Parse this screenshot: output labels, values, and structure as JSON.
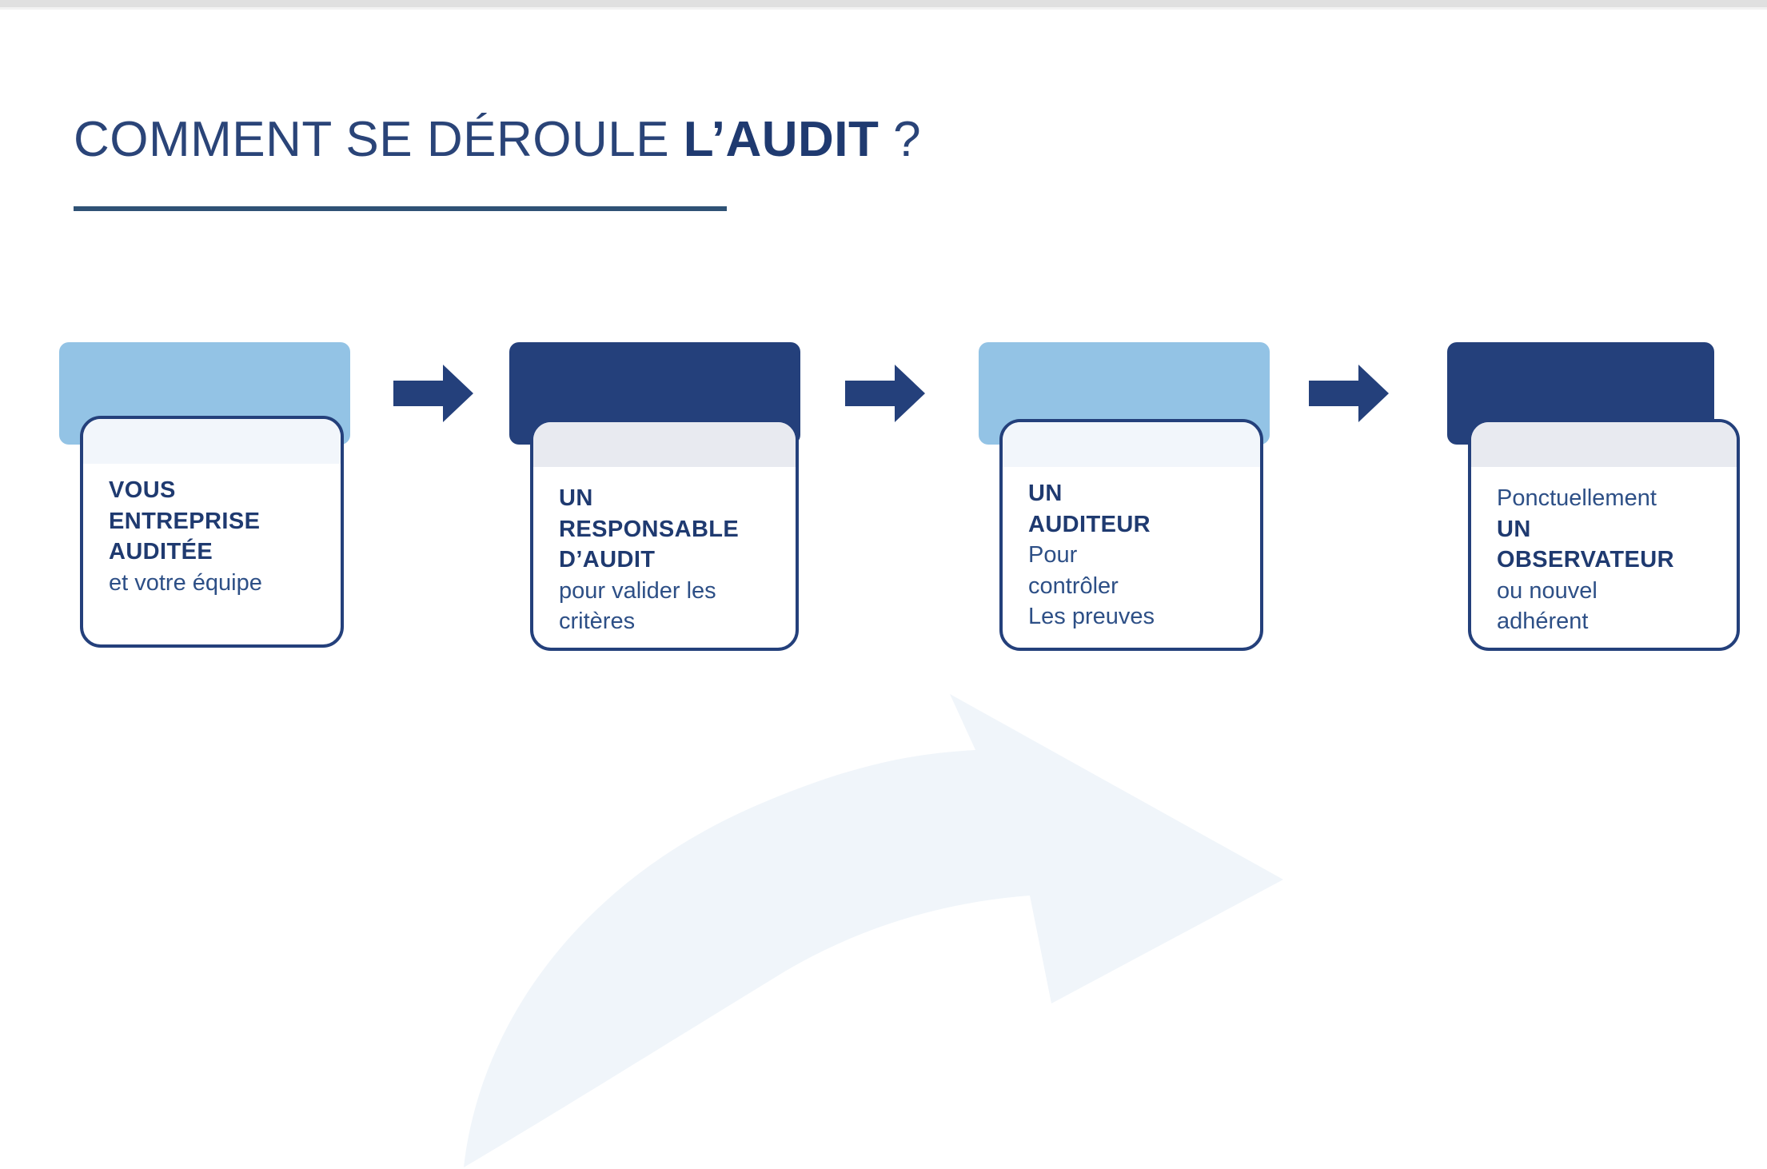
{
  "slide": {
    "title": {
      "prefix": "COMMENT SE DÉROULE ",
      "strong": "L’AUDIT",
      "suffix": " ?"
    }
  },
  "colors": {
    "navy": "#24407b",
    "navy_text": "#1f3a70",
    "body_text": "#2d4f86",
    "light_blue": "#93c3e5",
    "rule": "#2f5275",
    "card_tint_light": "#f2f6fb",
    "card_tint_dark": "#e8eaf0",
    "bg_arrow": "#f0f5fa",
    "page_background": "#ffffff"
  },
  "flow": {
    "steps": [
      {
        "plate_style": "light",
        "lines": [
          {
            "text": "VOUS",
            "bold": true
          },
          {
            "text": "ENTREPRISE",
            "bold": true
          },
          {
            "text": "AUDITÉE",
            "bold": true
          },
          {
            "text": "et votre équipe",
            "bold": false
          }
        ]
      },
      {
        "plate_style": "dark",
        "lines": [
          {
            "text": "UN",
            "bold": true
          },
          {
            "text": "RESPONSABLE",
            "bold": true
          },
          {
            "text": "D’AUDIT",
            "bold": true
          },
          {
            "text": "pour valider les",
            "bold": false
          },
          {
            "text": "critères",
            "bold": false
          }
        ]
      },
      {
        "plate_style": "light",
        "lines": [
          {
            "text": "UN",
            "bold": true
          },
          {
            "text": "AUDITEUR",
            "bold": true
          },
          {
            "text": "Pour",
            "bold": false
          },
          {
            "text": "contrôler",
            "bold": false
          },
          {
            "text": "Les preuves",
            "bold": false
          }
        ]
      },
      {
        "plate_style": "dark",
        "lines": [
          {
            "text": "Ponctuellement",
            "bold": false
          },
          {
            "text": "UN",
            "bold": true
          },
          {
            "text": "OBSERVATEUR",
            "bold": true
          },
          {
            "text": "ou nouvel",
            "bold": false
          },
          {
            "text": "adhérent",
            "bold": false
          }
        ]
      }
    ],
    "connectors": [
      {
        "name": "arrow-step1-to-step2"
      },
      {
        "name": "arrow-step2-to-step3"
      },
      {
        "name": "arrow-step3-to-step4"
      }
    ]
  },
  "decor": {
    "background_arrow": "curved-arrow-right"
  }
}
